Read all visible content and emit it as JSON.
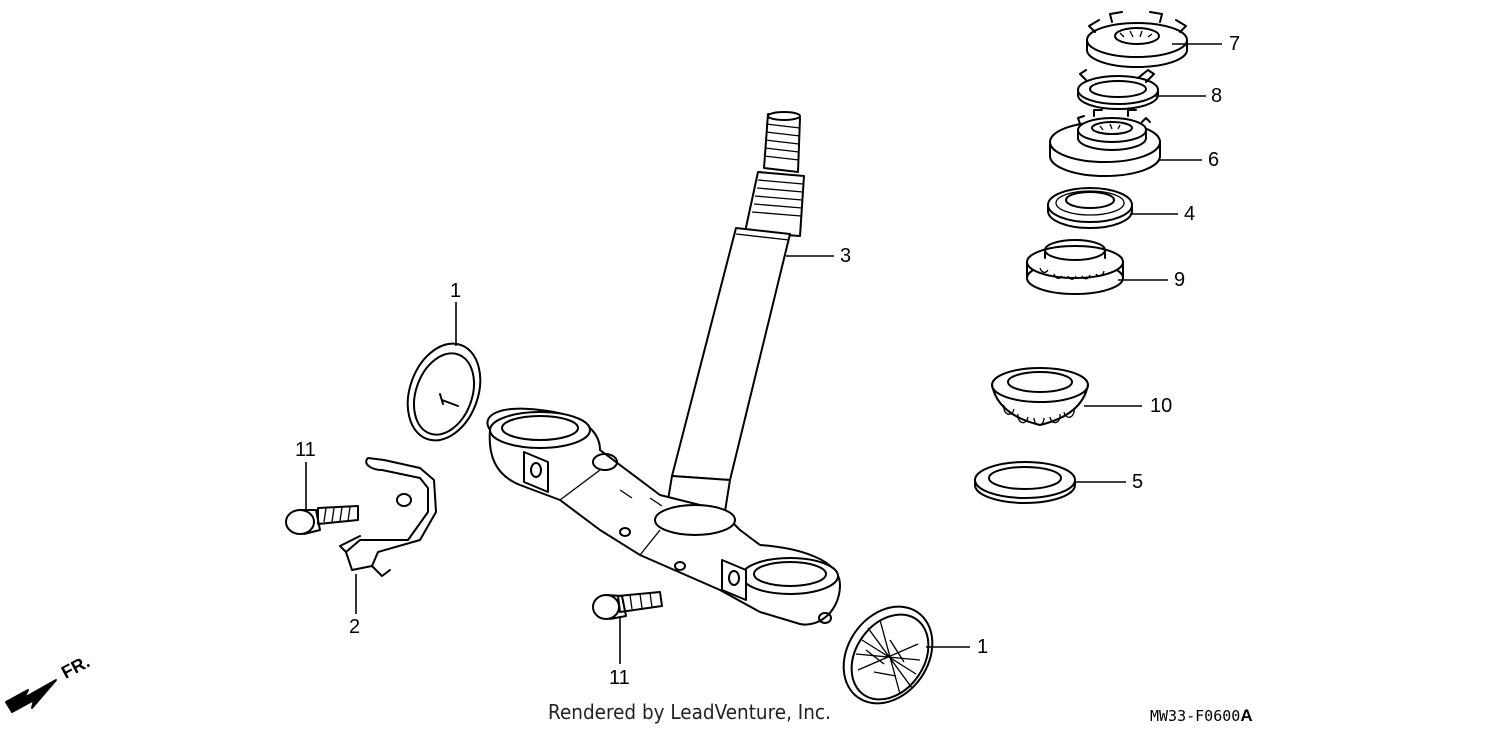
{
  "callouts": [
    {
      "id": "7",
      "label": "7"
    },
    {
      "id": "8",
      "label": "8"
    },
    {
      "id": "6",
      "label": "6"
    },
    {
      "id": "4",
      "label": "4"
    },
    {
      "id": "9",
      "label": "9"
    },
    {
      "id": "3",
      "label": "3"
    },
    {
      "id": "1a",
      "label": "1"
    },
    {
      "id": "10",
      "label": "10"
    },
    {
      "id": "5",
      "label": "5"
    },
    {
      "id": "11a",
      "label": "11"
    },
    {
      "id": "2",
      "label": "2"
    },
    {
      "id": "11b",
      "label": "11"
    },
    {
      "id": "1b",
      "label": "1"
    }
  ],
  "footer": {
    "credit": "Rendered by LeadVenture, Inc.",
    "diagram_code": "MW33-F0600",
    "diagram_suffix": "A"
  },
  "direction_label": "FR."
}
